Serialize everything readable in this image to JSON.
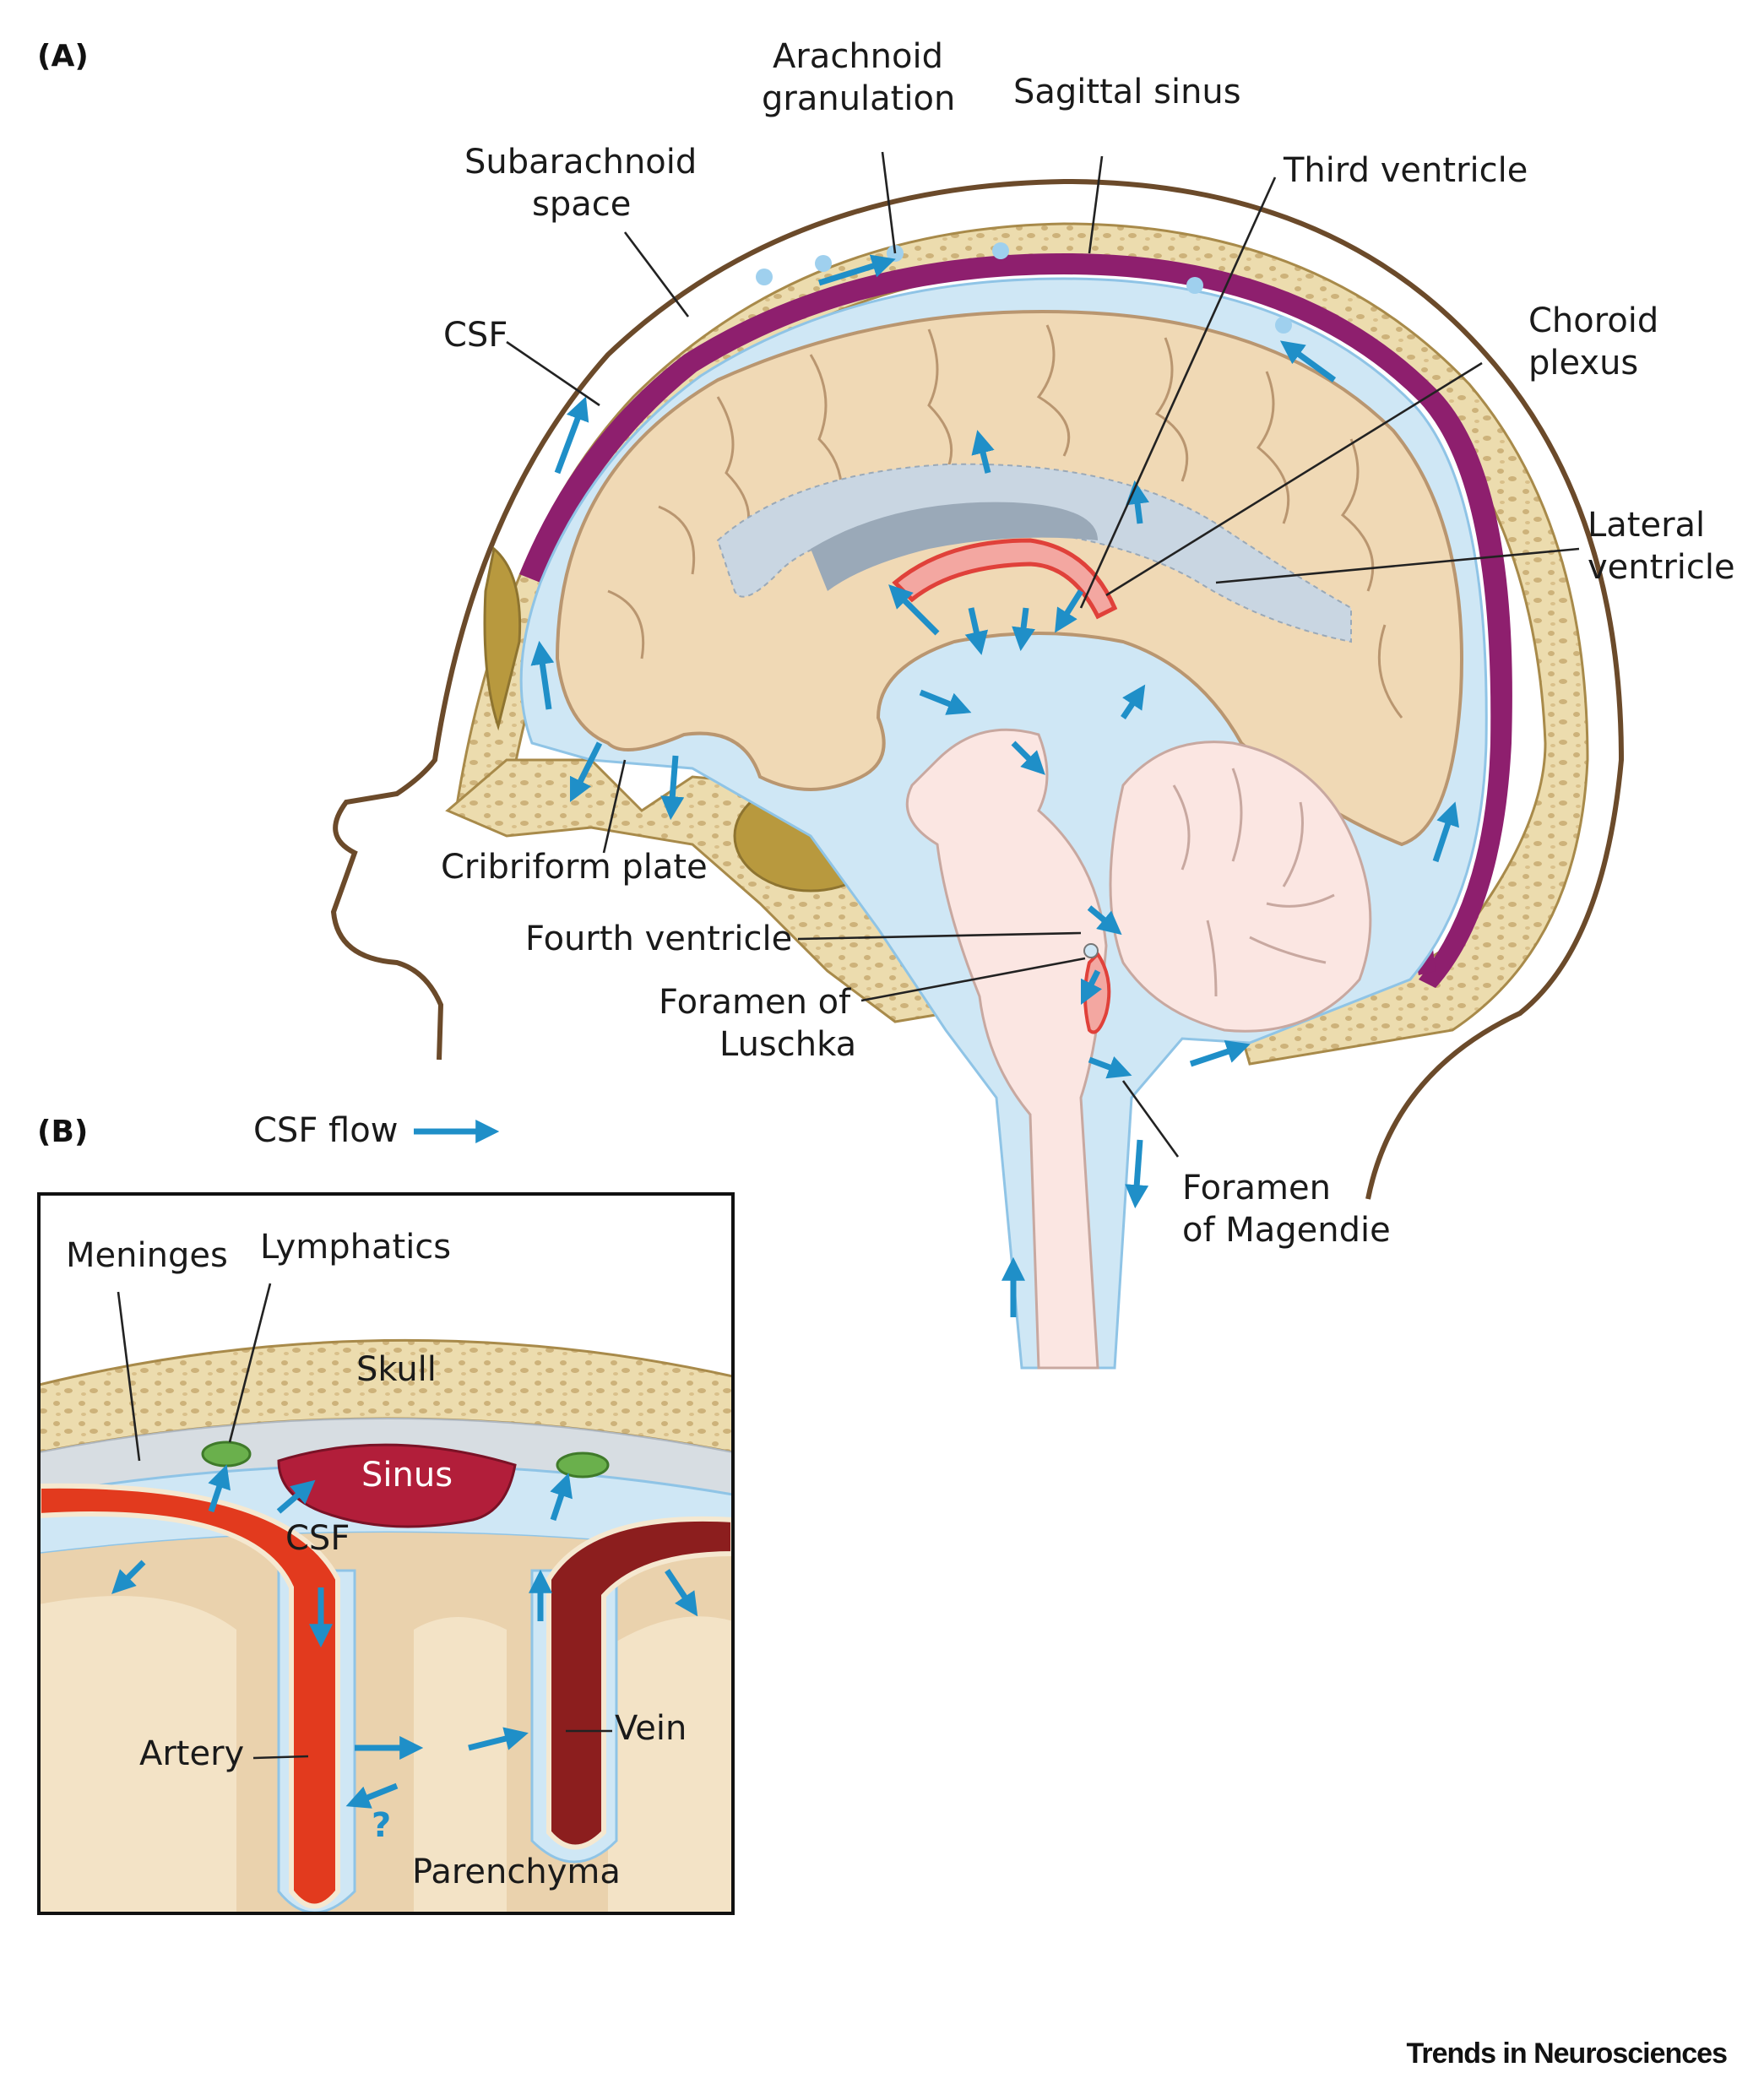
{
  "panels": {
    "a": "(A)",
    "b": "(B)"
  },
  "legend": {
    "flow_label": "CSF flow"
  },
  "labels_a": {
    "arachnoid_1": "Arachnoid",
    "arachnoid_2": "granulation",
    "sagittal_sinus": "Sagittal sinus",
    "subarachnoid_1": "Subarachnoid",
    "subarachnoid_2": "space",
    "third_ventricle": "Third ventricle",
    "csf": "CSF",
    "choroid_1": "Choroid",
    "choroid_2": "plexus",
    "lateral_1": "Lateral",
    "lateral_2": "ventricle",
    "cribriform": "Cribriform plate",
    "fourth_ventricle": "Fourth ventricle",
    "luschka_1": "Foramen of",
    "luschka_2": "Luschka",
    "magendie_1": "Foramen",
    "magendie_2": "of Magendie"
  },
  "labels_b": {
    "meninges": "Meninges",
    "lymphatics": "Lymphatics",
    "skull": "Skull",
    "sinus": "Sinus",
    "csf": "CSF",
    "artery": "Artery",
    "vein": "Vein",
    "question": "?",
    "parenchyma": "Parenchyma"
  },
  "credit": "Trends in Neurosciences",
  "colors": {
    "csf": "#cfe7f5",
    "flow_arrow": "#1f8fc8",
    "brain": "#f0d9b5",
    "bone": "#e8d3a0",
    "sinus_purple": "#8e1f6e",
    "artery": "#e23a1e",
    "vein": "#8c1e1e",
    "lymphatic": "#6ab04c",
    "brainstem": "#fbe6e2"
  }
}
